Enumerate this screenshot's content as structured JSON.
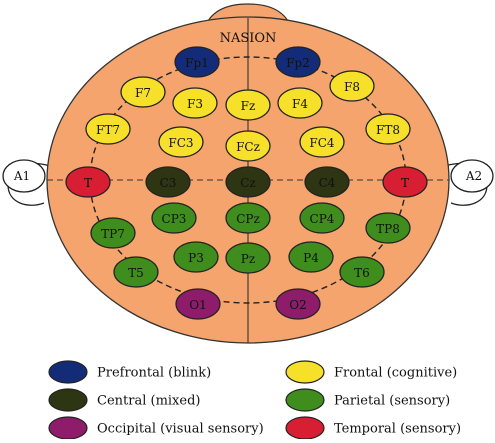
{
  "title": "NASION",
  "ears": {
    "left": "A1",
    "right": "A2"
  },
  "colors": {
    "head": "#F4A46C",
    "prefrontal": "#142C78",
    "frontal": "#F7E02A",
    "central": "#2D3513",
    "parietal": "#3F8E1D",
    "occipital": "#8E1C6A",
    "temporal": "#D81E33"
  },
  "electrodes": [
    {
      "id": "Fp1",
      "region": "prefrontal"
    },
    {
      "id": "Fp2",
      "region": "prefrontal"
    },
    {
      "id": "F7",
      "region": "frontal"
    },
    {
      "id": "F3",
      "region": "frontal"
    },
    {
      "id": "Fz",
      "region": "frontal"
    },
    {
      "id": "F4",
      "region": "frontal"
    },
    {
      "id": "F8",
      "region": "frontal"
    },
    {
      "id": "FT7",
      "region": "frontal"
    },
    {
      "id": "FC3",
      "region": "frontal"
    },
    {
      "id": "FCz",
      "region": "frontal"
    },
    {
      "id": "FC4",
      "region": "frontal"
    },
    {
      "id": "FT8",
      "region": "frontal"
    },
    {
      "id": "T",
      "region": "temporal"
    },
    {
      "id": "C3",
      "region": "central"
    },
    {
      "id": "Cz",
      "region": "central"
    },
    {
      "id": "C4",
      "region": "central"
    },
    {
      "id": "T",
      "region": "temporal"
    },
    {
      "id": "CP3",
      "region": "parietal"
    },
    {
      "id": "CPz",
      "region": "parietal"
    },
    {
      "id": "CP4",
      "region": "parietal"
    },
    {
      "id": "TP7",
      "region": "parietal"
    },
    {
      "id": "TP8",
      "region": "parietal"
    },
    {
      "id": "P3",
      "region": "parietal"
    },
    {
      "id": "Pz",
      "region": "parietal"
    },
    {
      "id": "P4",
      "region": "parietal"
    },
    {
      "id": "T5",
      "region": "parietal"
    },
    {
      "id": "T6",
      "region": "parietal"
    },
    {
      "id": "O1",
      "region": "occipital"
    },
    {
      "id": "O2",
      "region": "occipital"
    }
  ],
  "legend": [
    {
      "region": "prefrontal",
      "label": "Prefrontal (blink)"
    },
    {
      "region": "frontal",
      "label": "Frontal (cognitive)"
    },
    {
      "region": "central",
      "label": "Central (mixed)"
    },
    {
      "region": "parietal",
      "label": "Parietal (sensory)"
    },
    {
      "region": "occipital",
      "label": "Occipital (visual sensory)"
    },
    {
      "region": "temporal",
      "label": "Temporal (sensory)"
    }
  ]
}
